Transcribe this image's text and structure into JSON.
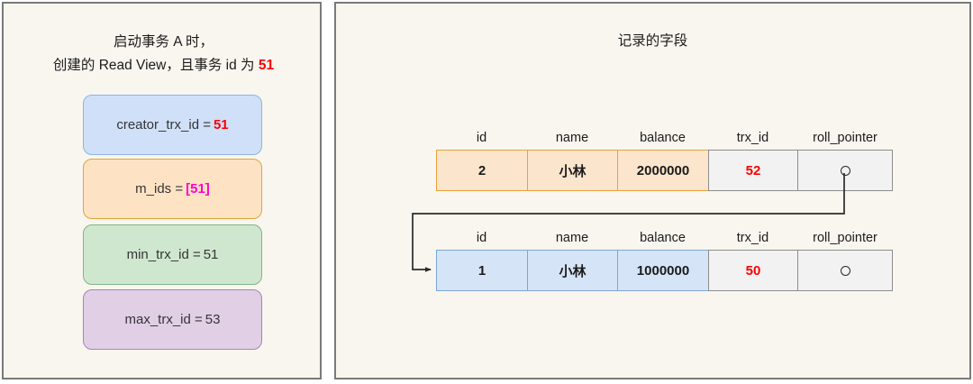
{
  "background_color": "#ffffff",
  "panel_bg": "#f9f6ef",
  "colors": {
    "panel_border": "#7a7a78",
    "accent_red": "#ff0000",
    "accent_pink": "#ff00c8",
    "orange_fill": "#fce5cd",
    "orange_border": "#e8a33d",
    "blue_fill": "#d6e4f7",
    "blue_border": "#7ba7dd",
    "gray_fill": "#f2f2f2",
    "gray_border": "#8d8d8a"
  },
  "left_panel": {
    "title_line1": "启动事务 A 时，",
    "title_line2_prefix": "创建的 Read View，且事务 id 为 ",
    "title_line2_value": "51",
    "read_view_fields": [
      {
        "label": "creator_trx_id =",
        "value": "51",
        "value_style": "red",
        "fill": "#cfe0f8",
        "border": "#8fb3e0"
      },
      {
        "label": "m_ids =",
        "value": "[51]",
        "value_style": "pink",
        "fill": "#fde3c4",
        "border": "#e0a53a"
      },
      {
        "label": "min_trx_id =",
        "value": "51",
        "value_style": "plain",
        "fill": "#cfe7cf",
        "border": "#84b484"
      },
      {
        "label": "max_trx_id =",
        "value": "53",
        "value_style": "plain",
        "fill": "#e1cfe6",
        "border": "#a982b5"
      }
    ]
  },
  "right_panel": {
    "title": "记录的字段",
    "columns": [
      "id",
      "name",
      "balance",
      "trx_id",
      "roll_pointer"
    ],
    "records": [
      {
        "skin": "orange",
        "id": "2",
        "name": "小林",
        "balance": "2000000",
        "trx_id": "52",
        "roll_pointer": "pointer-dot-icon"
      },
      {
        "skin": "blue",
        "id": "1",
        "name": "小林",
        "balance": "1000000",
        "trx_id": "50",
        "roll_pointer": "pointer-dot-icon"
      }
    ],
    "connector_label": "roll-pointer-link-arrow"
  }
}
